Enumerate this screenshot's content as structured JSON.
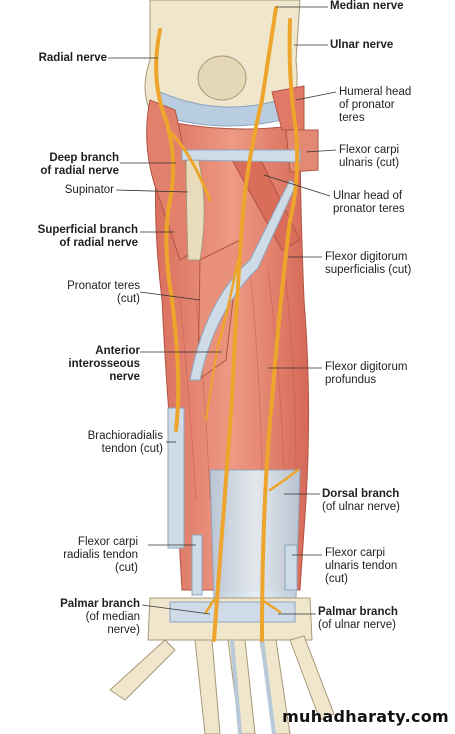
{
  "labels": {
    "median_nerve": "Median nerve",
    "radial_nerve": "Radial nerve",
    "ulnar_nerve": "Ulnar nerve",
    "humeral_head": "Humeral head\nof pronator\nteres",
    "flexor_carpi_ulnaris_cut": "Flexor carpi\nulnaris (cut)",
    "deep_branch_radial": "Deep branch\nof radial nerve",
    "supinator": "Supinator",
    "ulnar_head": "Ulnar head of\npronator teres",
    "superficial_branch_radial": "Superficial branch\nof radial nerve",
    "flexor_dig_superficialis": "Flexor digitorum\nsuperficialis (cut)",
    "pronator_teres_cut": "Pronator teres\n(cut)",
    "anterior_interosseous": "Anterior\ninterosseous\nnerve",
    "flexor_dig_profundus": "Flexor digitorum\nprofundus",
    "brachioradialis_tendon": "Brachioradialis\ntendon (cut)",
    "dorsal_branch": "Dorsal branch",
    "dorsal_branch_sub": "(of ulnar nerve)",
    "flexor_carpi_radialis_tendon": "Flexor carpi\nradialis tendon\n(cut)",
    "flexor_carpi_ulnaris_tendon": "Flexor carpi\nulnaris tendon\n(cut)",
    "palmar_branch_median": "Palmar branch",
    "palmar_branch_median_sub": "(of median\nnerve)",
    "palmar_branch_ulnar": "Palmar branch",
    "palmar_branch_ulnar_sub": "(of ulnar nerve)"
  },
  "watermark": "muhadharaty.com",
  "colors": {
    "muscle": "#e4826f",
    "muscle_dark": "#c9604f",
    "tendon": "#cfdbe6",
    "bone": "#eee4c8",
    "cartilage": "#b9cde0",
    "nerve": "#eda52c",
    "leader": "#333333"
  }
}
